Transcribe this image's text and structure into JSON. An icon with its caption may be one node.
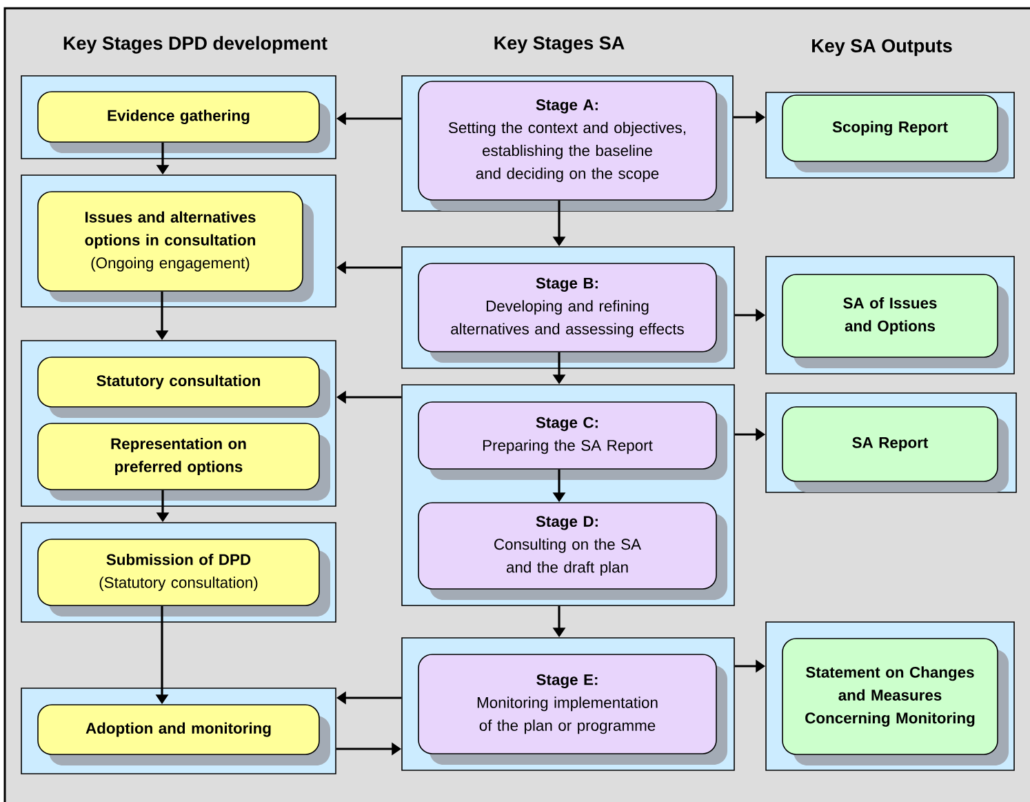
{
  "diagram": {
    "nodes": [
      {
        "text": [],
        "shape": "box"
      },
      {
        "text": [
          "Evidence gathering"
        ],
        "in": 0
      },
      {
        "text": [],
        "shape": "box"
      },
      {
        "text": [
          "Issues and alternatives options in consultation",
          "(Ongoing engagement)"
        ],
        "in": 2
      },
      {
        "text": [],
        "shape": "box"
      },
      {
        "text": [
          "Statutory consultation"
        ],
        "in": 4
      },
      {
        "text": [
          "Representation on preferred options"
        ],
        "in": 4
      },
      {
        "text": [],
        "shape": "box"
      },
      {
        "text": [
          "Submission of DPD",
          "(Statutory consultation)"
        ],
        "in": 7
      },
      {
        "text": [],
        "shape": "box"
      },
      {
        "text": [
          "Adoption and monitoring"
        ],
        "in": 9
      },
      {
        "text": [],
        "shape": "box"
      },
      {
        "text": [
          "Stage A:",
          "Setting the context and objectives, establishing the baseline and deciding on the scope"
        ],
        "in": 11
      },
      {
        "text": [],
        "shape": "box"
      },
      {
        "text": [
          "Stage B:",
          "Developing and refining alternatives and assessing effects"
        ],
        "in": 13
      },
      {
        "text": [],
        "shape": "box"
      },
      {
        "text": [
          "Stage C:",
          "Preparing the SA Report"
        ],
        "in": 15
      },
      {
        "text": [
          "Stage D:",
          "Consulting on the SA and the draft plan"
        ],
        "in": 15
      },
      {
        "text": [],
        "shape": "box"
      },
      {
        "text": [
          "Stage E:",
          "Monitoring implementation of the plan or programme"
        ],
        "in": 18
      },
      {
        "text": [],
        "shape": "box"
      },
      {
        "text": [
          "Scoping Report"
        ],
        "in": 20
      },
      {
        "text": [],
        "shape": "box"
      },
      {
        "text": [
          "SA of Issues and Options"
        ],
        "in": 22
      },
      {
        "text": [],
        "shape": "box"
      },
      {
        "text": [
          "SA Report"
        ],
        "in": 24
      },
      {
        "text": [],
        "shape": "box"
      },
      {
        "text": [
          "Statement on Changes and Measures Concerning Monitoring"
        ],
        "in": 26
      }
    ],
    "edges": [
      {
        "from": 1,
        "to": 2,
        "arrow": "to"
      },
      {
        "from": 3,
        "to": 4,
        "arrow": "to"
      },
      {
        "from": 6,
        "to": 7,
        "arrow": "to"
      },
      {
        "from": 8,
        "to": 10,
        "arrow": "to"
      },
      {
        "from": 11,
        "to": 0,
        "arrow": "to"
      },
      {
        "from": 11,
        "to": 20,
        "arrow": "to"
      },
      {
        "from": 12,
        "to": 13,
        "arrow": "to"
      },
      {
        "from": 13,
        "to": 2,
        "arrow": "to"
      },
      {
        "from": 13,
        "to": 22,
        "arrow": "to"
      },
      {
        "from": 14,
        "to": 15,
        "arrow": "to"
      },
      {
        "from": 15,
        "to": 4,
        "arrow": "to"
      },
      {
        "from": 15,
        "to": 24,
        "arrow": "to"
      },
      {
        "from": 16,
        "to": 17,
        "arrow": "to"
      },
      {
        "from": 15,
        "to": 18,
        "arrow": "to"
      },
      {
        "from": 18,
        "to": 9,
        "arrow": "to"
      },
      {
        "from": 9,
        "to": 18,
        "arrow": "to"
      },
      {
        "from": 18,
        "to": 26,
        "arrow": "to"
      }
    ],
    "labels": [
      "Key Stages DPD development",
      "Key Stages SA",
      "Key SA Outputs"
    ]
  }
}
